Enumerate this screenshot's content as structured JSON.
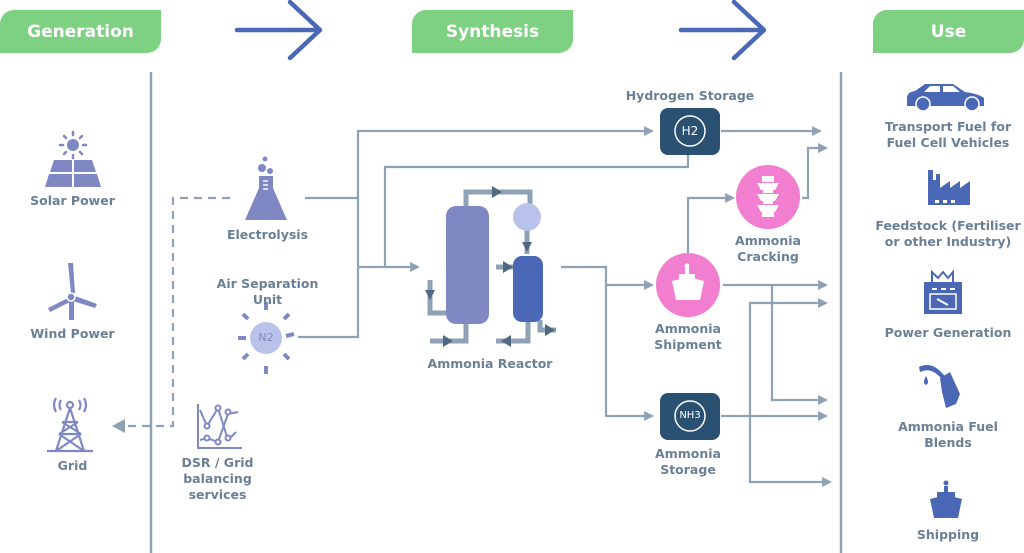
{
  "headers": {
    "generation": "Generation",
    "synthesis": "Synthesis",
    "use": "Use"
  },
  "generation": {
    "items": [
      {
        "label": "Solar Power",
        "icon": "solar-panel-icon"
      },
      {
        "label": "Wind Power",
        "icon": "wind-turbine-icon"
      },
      {
        "label": "Grid",
        "icon": "transmission-tower-icon"
      }
    ]
  },
  "synthesis": {
    "electrolysis": "Electrolysis",
    "air_separation": "Air Separation\nUnit",
    "air_separation_l1": "Air Separation",
    "air_separation_l2": "Unit",
    "n2_symbol": "N2",
    "dsr_l1": "DSR / Grid",
    "dsr_l2": "balancing",
    "dsr_l3": "services",
    "reactor": "Ammonia Reactor",
    "hydrogen_storage": "Hydrogen Storage",
    "h2_symbol": "H2",
    "cracking_l1": "Ammonia",
    "cracking_l2": "Cracking",
    "shipment_l1": "Ammonia",
    "shipment_l2": "Shipment",
    "storage_l1": "Ammonia",
    "storage_l2": "Storage",
    "nh3_symbol": "NH3"
  },
  "use": {
    "items": [
      {
        "l1": "Transport Fuel for",
        "l2": "Fuel Cell Vehicles",
        "icon": "car-icon"
      },
      {
        "l1": "Feedstock (Fertiliser",
        "l2": "or other Industry)",
        "icon": "factory-icon"
      },
      {
        "l1": "Power Generation",
        "l2": "",
        "icon": "power-plant-icon"
      },
      {
        "l1": "Ammonia Fuel",
        "l2": "Blends",
        "icon": "fuel-nozzle-icon"
      },
      {
        "l1": "Shipping",
        "l2": "",
        "icon": "ship-icon"
      }
    ]
  },
  "colors": {
    "header_green": "#7ed182",
    "arrow_blue": "#4a68b5",
    "line_gray": "#8fa2b5",
    "icon_purple": "#8088c4",
    "icon_blue": "#4a68b5",
    "storage_navy": "#2b5172",
    "pink": "#f27ecf",
    "label_gray": "#6b7f95"
  }
}
